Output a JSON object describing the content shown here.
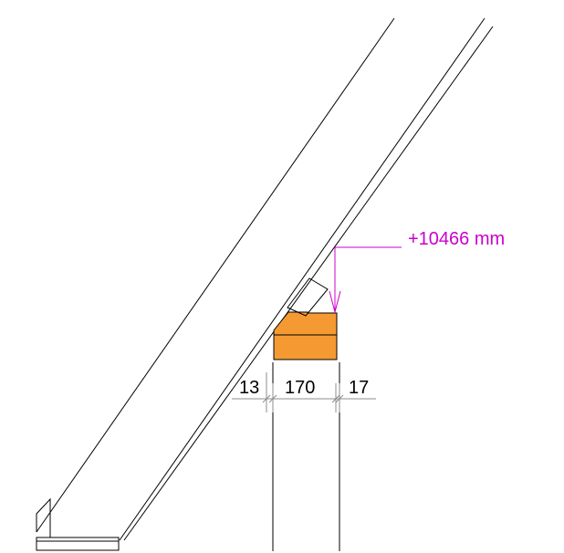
{
  "elevation": {
    "label": "+10466 mm",
    "color": "#cc00cc"
  },
  "dimensions": {
    "left": "13",
    "middle": "170",
    "right": "17"
  },
  "colors": {
    "timber_orange": "#f59a32",
    "outline": "#000000",
    "dimension_line": "#8c8c8c"
  }
}
